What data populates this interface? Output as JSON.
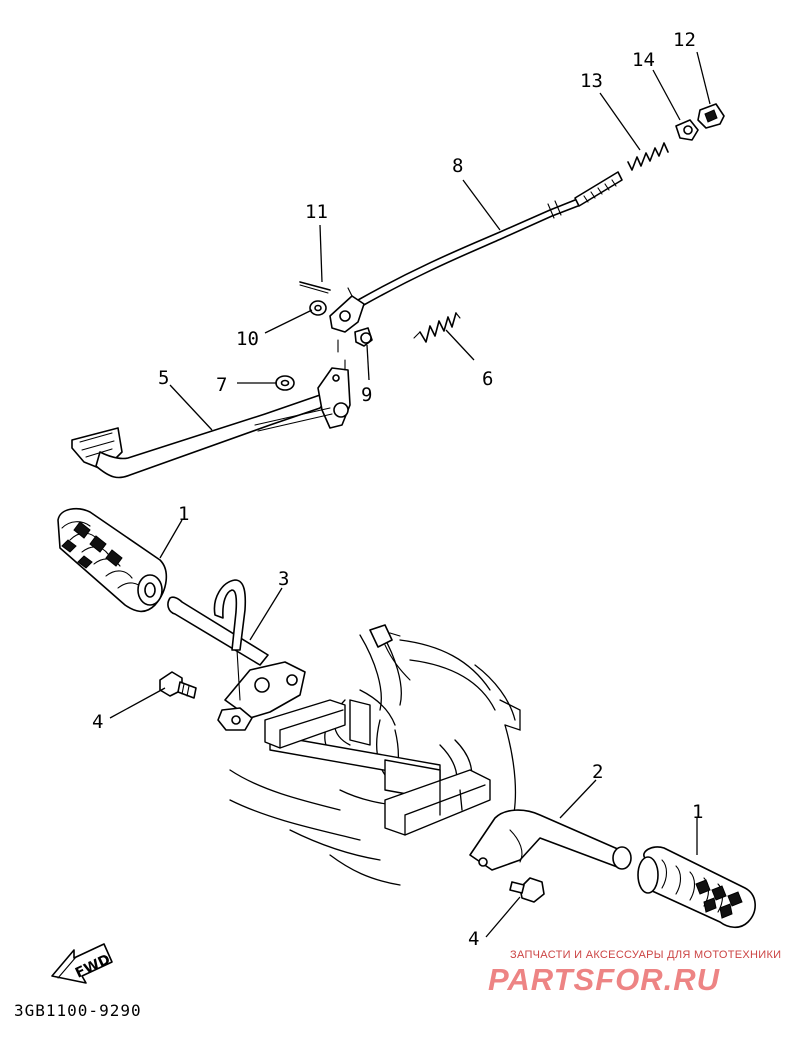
{
  "callouts": {
    "c1a": "1",
    "c1b": "1",
    "c2": "2",
    "c3": "3",
    "c4a": "4",
    "c4b": "4",
    "c5": "5",
    "c6": "6",
    "c7": "7",
    "c8": "8",
    "c9": "9",
    "c10": "10",
    "c11": "11",
    "c12": "12",
    "c13": "13",
    "c14": "14"
  },
  "fwd_label": "FWD",
  "diagram_code": "3GB1100-9290",
  "watermark": {
    "tagline": "ЗАПЧАСТИ И АКСЕССУАРЫ ДЛЯ МОТОТЕХНИКИ",
    "brand": "PARTSFOR.RU"
  }
}
